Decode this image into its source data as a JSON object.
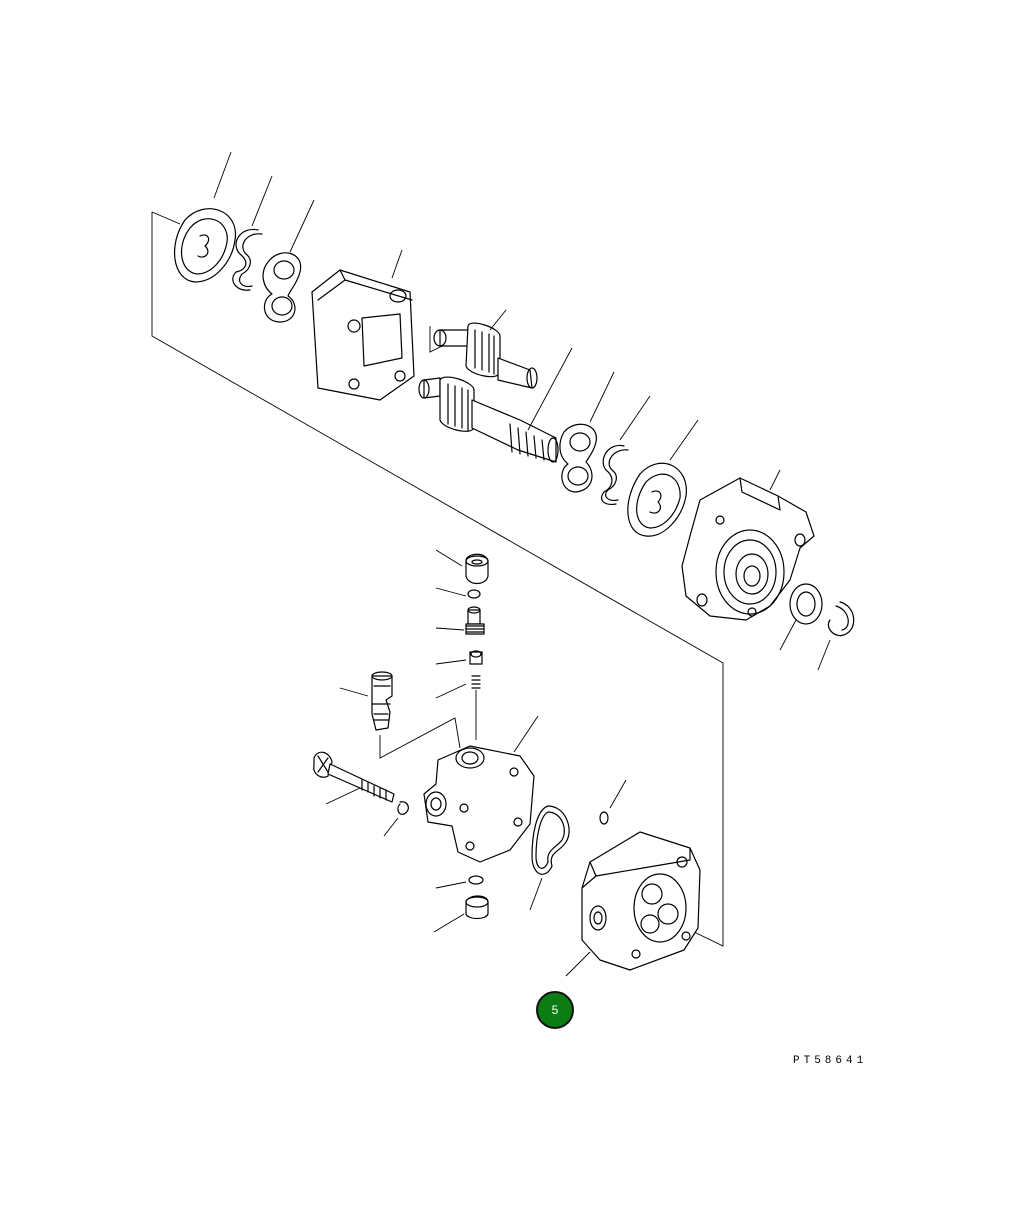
{
  "diagram": {
    "type": "exploded parts diagram",
    "callout_number": "5",
    "callout_color": "#0b7d12",
    "drawing_code": "PT58641"
  }
}
